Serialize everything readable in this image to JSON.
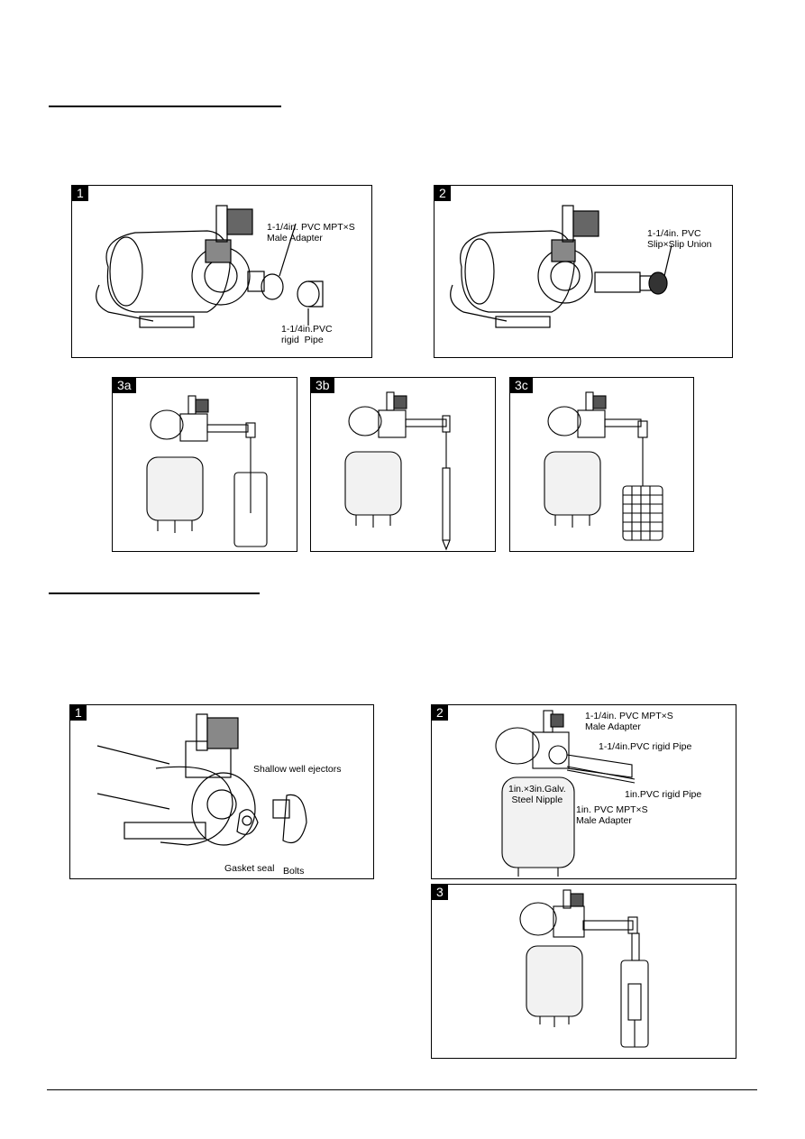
{
  "section1": {
    "panels": [
      {
        "badge": "1",
        "labels": {
          "adapter": "1-1/4in. PVC MPT×S\nMale Adapter",
          "pipe": "1-1/4in.PVC\nrigid  Pipe"
        }
      },
      {
        "badge": "2",
        "labels": {
          "union": "1-1/4in. PVC\nSlip×Slip Union"
        }
      },
      {
        "badge": "3a"
      },
      {
        "badge": "3b"
      },
      {
        "badge": "3c"
      }
    ]
  },
  "section2": {
    "panels": [
      {
        "badge": "1",
        "labels": {
          "ejectors": "Shallow well ejectors",
          "gasket": "Gasket seal",
          "bolts": "Bolts"
        }
      },
      {
        "badge": "2",
        "labels": {
          "adapter_top": "1-1/4in. PVC MPT×S\nMale Adapter",
          "pipe_large": "1-1/4in.PVC rigid  Pipe",
          "pipe_small": "1in.PVC rigid  Pipe",
          "nipple": "1in.×3in.Galv.\nSteel Nipple",
          "adapter_small": "1in. PVC MPT×S\nMale Adapter"
        }
      },
      {
        "badge": "3"
      }
    ]
  }
}
